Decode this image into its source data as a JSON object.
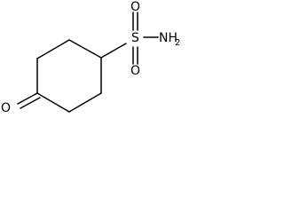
{
  "molecule": {
    "atoms": {
      "carbonyl_oxygen": "O",
      "sulfonyl_oxygen_top": "O",
      "sulfonyl_oxygen_bottom": "O",
      "sulfur": "S",
      "amine": "NH",
      "amine_subscript": "2"
    }
  }
}
